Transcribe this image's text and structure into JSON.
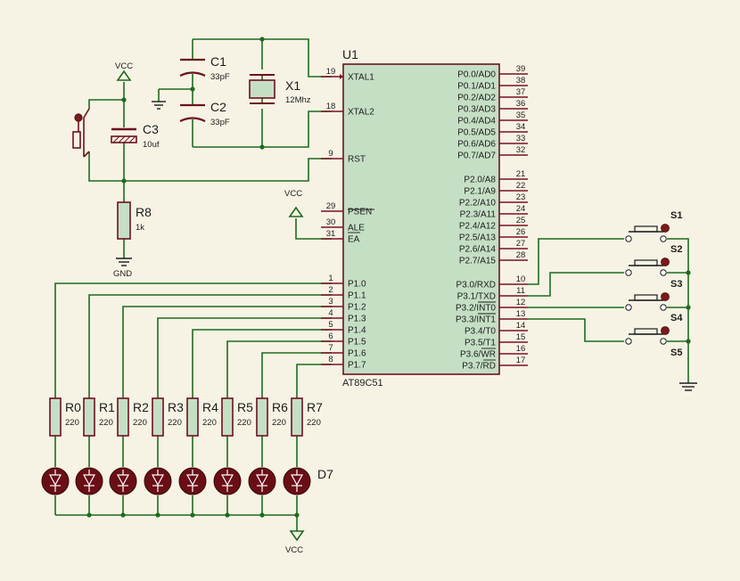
{
  "chip": {
    "ref": "U1",
    "part": "AT89C51",
    "left_pins": [
      {
        "num": "19",
        "name": "XTAL1"
      },
      {
        "num": "18",
        "name": "XTAL2"
      },
      {
        "num": "9",
        "name": "RST"
      },
      {
        "num": "29",
        "name": "PSEN"
      },
      {
        "num": "30",
        "name": "ALE"
      },
      {
        "num": "31",
        "name": "EA"
      },
      {
        "num": "1",
        "name": "P1.0"
      },
      {
        "num": "2",
        "name": "P1.1"
      },
      {
        "num": "3",
        "name": "P1.2"
      },
      {
        "num": "4",
        "name": "P1.3"
      },
      {
        "num": "5",
        "name": "P1.4"
      },
      {
        "num": "6",
        "name": "P1.5"
      },
      {
        "num": "7",
        "name": "P1.6"
      },
      {
        "num": "8",
        "name": "P1.7"
      }
    ],
    "right_pins": [
      {
        "num": "39",
        "name": "P0.0/AD0"
      },
      {
        "num": "38",
        "name": "P0.1/AD1"
      },
      {
        "num": "37",
        "name": "P0.2/AD2"
      },
      {
        "num": "36",
        "name": "P0.3/AD3"
      },
      {
        "num": "35",
        "name": "P0.4/AD4"
      },
      {
        "num": "34",
        "name": "P0.5/AD5"
      },
      {
        "num": "33",
        "name": "P0.6/AD6"
      },
      {
        "num": "32",
        "name": "P0.7/AD7"
      },
      {
        "num": "21",
        "name": "P2.0/A8"
      },
      {
        "num": "22",
        "name": "P2.1/A9"
      },
      {
        "num": "23",
        "name": "P2.2/A10"
      },
      {
        "num": "24",
        "name": "P2.3/A11"
      },
      {
        "num": "25",
        "name": "P2.4/A12"
      },
      {
        "num": "26",
        "name": "P2.5/A13"
      },
      {
        "num": "27",
        "name": "P2.6/A14"
      },
      {
        "num": "28",
        "name": "P2.7/A15"
      },
      {
        "num": "10",
        "name": "P3.0/RXD"
      },
      {
        "num": "11",
        "name": "P3.1/TXD"
      },
      {
        "num": "12",
        "name": "P3.2/INT0"
      },
      {
        "num": "13",
        "name": "P3.3/INT1"
      },
      {
        "num": "14",
        "name": "P3.4/T0"
      },
      {
        "num": "15",
        "name": "P3.5/T1"
      },
      {
        "num": "16",
        "name": "P3.6/WR"
      },
      {
        "num": "17",
        "name": "P3.7/RD"
      }
    ]
  },
  "components": {
    "c1": {
      "ref": "C1",
      "value": "33pF"
    },
    "c2": {
      "ref": "C2",
      "value": "33pF"
    },
    "x1": {
      "ref": "X1",
      "value": "12Mhz"
    },
    "c3": {
      "ref": "C3",
      "value": "10uf"
    },
    "r8": {
      "ref": "R8",
      "value": "1k"
    },
    "d7": {
      "ref": "D7"
    }
  },
  "resistors": [
    {
      "ref": "R0",
      "value": "220"
    },
    {
      "ref": "R1",
      "value": "220"
    },
    {
      "ref": "R2",
      "value": "220"
    },
    {
      "ref": "R3",
      "value": "220"
    },
    {
      "ref": "R4",
      "value": "220"
    },
    {
      "ref": "R5",
      "value": "220"
    },
    {
      "ref": "R6",
      "value": "220"
    },
    {
      "ref": "R7",
      "value": "220"
    }
  ],
  "switches": [
    "S1",
    "S2",
    "S3",
    "S4",
    "S5"
  ],
  "power": {
    "vcc": "VCC",
    "gnd": "GND"
  },
  "colors": {
    "background": "#f6f3e4",
    "chip_fill": "#c5dfc5",
    "chip_border": "#6e1020",
    "wire": "#1f6b1f",
    "component": "#6e1020",
    "resistor_fill": "#c5dfc5",
    "led_fill": "#6a0e16"
  }
}
